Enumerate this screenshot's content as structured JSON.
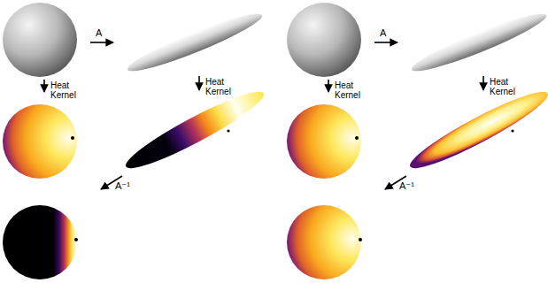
{
  "diagram": {
    "labels": [
      "A",
      "Heat Kernel",
      "Heat Kernel",
      "A⁻¹",
      "A",
      "Heat Kernel",
      "Heat Kernel",
      "A⁻¹"
    ]
  }
}
